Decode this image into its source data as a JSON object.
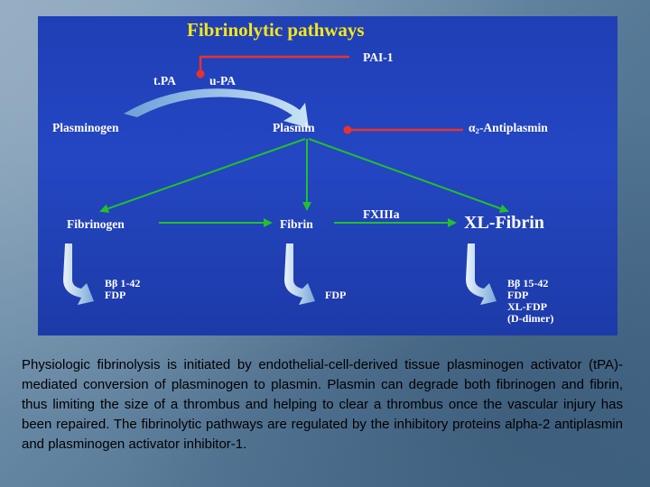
{
  "diagram": {
    "title": "Fibrinolytic pathways",
    "inhibitor_pai": "PAI-1",
    "activator_tpa": "t.PA",
    "activator_upa": "u-PA",
    "plasminogen": "Plasminogen",
    "plasmin": "Plasmin",
    "antiplasmin_alpha": "α",
    "antiplasmin_sub": "2",
    "antiplasmin_rest": "-Antiplasmin",
    "fibrinogen": "Fibrinogen",
    "fibrin": "Fibrin",
    "factor_xiiia": "FXIIIa",
    "xl_fibrin": "XL-Fibrin",
    "products_fibrinogen": [
      "Bβ 1-42",
      "FDP"
    ],
    "products_fibrin": [
      "FDP"
    ],
    "products_xl_fibrin": [
      "Bβ 15-42",
      "FDP",
      "XL-FDP",
      "(D-dimer)"
    ],
    "colors": {
      "panel": "#2446c2",
      "title": "#f5e61a",
      "green_arrow": "#22c02c",
      "red_inhibitor": "#e8322a",
      "curved_arrow": "#a9d0f0",
      "text": "#ffffff"
    }
  },
  "caption": "Physiologic fibrinolysis is initiated by endothelial-cell-derived tissue plasminogen activator (tPA)-mediated conversion of plasminogen to plasmin. Plasmin can degrade both fibrinogen and fibrin, thus limiting the size of a thrombus and helping to clear a thrombus once the vascular injury has been repaired. The fibrinolytic pathways are regulated by the inhibitory proteins alpha-2 antiplasmin and plasminogen activator inhibitor-1."
}
